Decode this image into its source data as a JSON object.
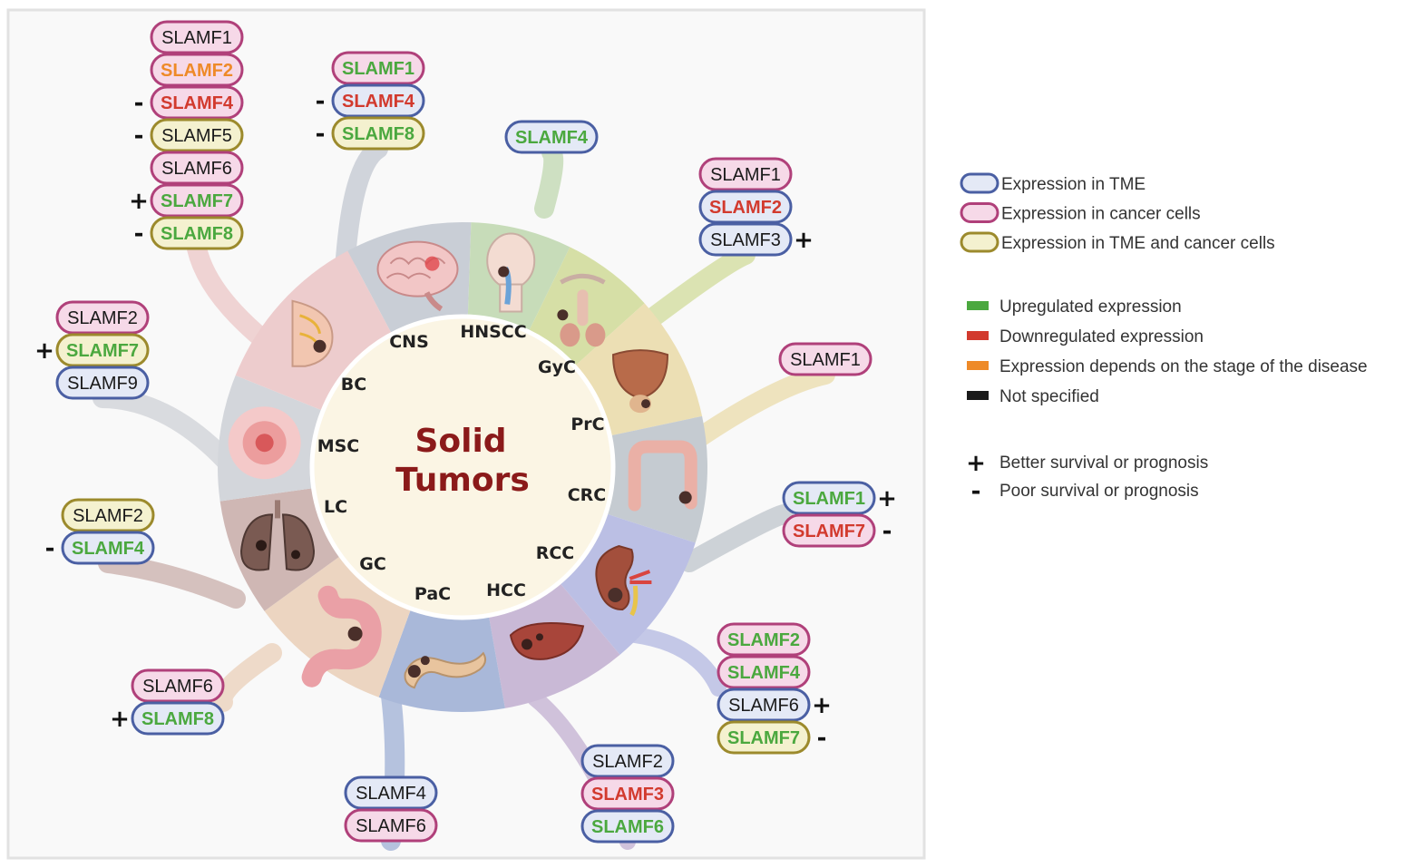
{
  "center": {
    "title_line1": "Solid",
    "title_line2": "Tumors"
  },
  "colors": {
    "tme_border": "#4a5fa3",
    "cancer_border": "#b0407a",
    "both_border": "#9c8a2c",
    "tme_fill": "#e4e9f6",
    "cancer_fill": "#f6d9e8",
    "both_fill": "#f4f1cf",
    "up": "#4ba83f",
    "down": "#d23a2e",
    "stage": "#ee8a28",
    "unspecified": "#1a1a1a"
  },
  "sectors": [
    {
      "abbr": "CNS",
      "icon": "brain-icon",
      "color": "#c9ced6"
    },
    {
      "abbr": "HNSCC",
      "icon": "head-neck-icon",
      "color": "#c7dcb9"
    },
    {
      "abbr": "GyC",
      "icon": "male-reproductive-icon",
      "color": "#d6dfa6"
    },
    {
      "abbr": "PrC",
      "icon": "bladder-prostate-icon",
      "color": "#ecdfb4"
    },
    {
      "abbr": "CRC",
      "icon": "colon-icon",
      "color": "#c5cbd1"
    },
    {
      "abbr": "RCC",
      "icon": "kidney-icon",
      "color": "#bbbfe4"
    },
    {
      "abbr": "HCC",
      "icon": "liver-icon",
      "color": "#c9b9d6"
    },
    {
      "abbr": "PaC",
      "icon": "pancreas-icon",
      "color": "#a9b8d9"
    },
    {
      "abbr": "GC",
      "icon": "stomach-icon",
      "color": "#ecd5c1"
    },
    {
      "abbr": "LC",
      "icon": "lungs-icon",
      "color": "#cfb7b4"
    },
    {
      "abbr": "MSC",
      "icon": "skin-lesion-icon",
      "color": "#d3d6db"
    },
    {
      "abbr": "BC",
      "icon": "breast-icon",
      "color": "#edcccd"
    }
  ],
  "groups": [
    {
      "sector": "CNS",
      "items": [
        {
          "label": "SLAMF1",
          "type": "cancer",
          "reg": "up",
          "sign": ""
        },
        {
          "label": "SLAMF4",
          "type": "tme",
          "reg": "down",
          "sign": "-"
        },
        {
          "label": "SLAMF8",
          "type": "both",
          "reg": "up",
          "sign": "-"
        }
      ]
    },
    {
      "sector": "HNSCC",
      "items": [
        {
          "label": "SLAMF4",
          "type": "tme",
          "reg": "up",
          "sign": ""
        }
      ]
    },
    {
      "sector": "GyC",
      "items": [
        {
          "label": "SLAMF1",
          "type": "cancer",
          "reg": "none",
          "sign": ""
        },
        {
          "label": "SLAMF2",
          "type": "tme",
          "reg": "down",
          "sign": ""
        },
        {
          "label": "SLAMF3",
          "type": "tme",
          "reg": "none",
          "sign": "+"
        }
      ]
    },
    {
      "sector": "PrC",
      "items": [
        {
          "label": "SLAMF1",
          "type": "cancer",
          "reg": "none",
          "sign": ""
        }
      ]
    },
    {
      "sector": "CRC",
      "items": [
        {
          "label": "SLAMF1",
          "type": "tme",
          "reg": "up",
          "sign": "+"
        },
        {
          "label": "SLAMF7",
          "type": "cancer",
          "reg": "down",
          "sign": "-"
        }
      ]
    },
    {
      "sector": "RCC",
      "items": [
        {
          "label": "SLAMF2",
          "type": "cancer",
          "reg": "up",
          "sign": ""
        },
        {
          "label": "SLAMF4",
          "type": "cancer",
          "reg": "up",
          "sign": ""
        },
        {
          "label": "SLAMF6",
          "type": "tme",
          "reg": "none",
          "sign": "+"
        },
        {
          "label": "SLAMF7",
          "type": "both",
          "reg": "up",
          "sign": "-"
        }
      ]
    },
    {
      "sector": "HCC",
      "items": [
        {
          "label": "SLAMF2",
          "type": "tme",
          "reg": "none",
          "sign": ""
        },
        {
          "label": "SLAMF3",
          "type": "cancer",
          "reg": "down",
          "sign": ""
        },
        {
          "label": "SLAMF6",
          "type": "tme",
          "reg": "up",
          "sign": ""
        }
      ]
    },
    {
      "sector": "PaC",
      "items": [
        {
          "label": "SLAMF4",
          "type": "tme",
          "reg": "none",
          "sign": ""
        },
        {
          "label": "SLAMF6",
          "type": "cancer",
          "reg": "none",
          "sign": ""
        }
      ]
    },
    {
      "sector": "GC",
      "items": [
        {
          "label": "SLAMF6",
          "type": "cancer",
          "reg": "none",
          "sign": ""
        },
        {
          "label": "SLAMF8",
          "type": "tme",
          "reg": "up",
          "sign": "+"
        }
      ]
    },
    {
      "sector": "LC",
      "items": [
        {
          "label": "SLAMF2",
          "type": "both",
          "reg": "none",
          "sign": ""
        },
        {
          "label": "SLAMF4",
          "type": "tme",
          "reg": "up",
          "sign": "-"
        }
      ]
    },
    {
      "sector": "MSC",
      "items": [
        {
          "label": "SLAMF2",
          "type": "cancer",
          "reg": "none",
          "sign": ""
        },
        {
          "label": "SLAMF7",
          "type": "both",
          "reg": "up",
          "sign": "+"
        },
        {
          "label": "SLAMF9",
          "type": "tme",
          "reg": "none",
          "sign": ""
        }
      ]
    },
    {
      "sector": "BC",
      "items": [
        {
          "label": "SLAMF1",
          "type": "cancer",
          "reg": "none",
          "sign": ""
        },
        {
          "label": "SLAMF2",
          "type": "cancer",
          "reg": "stage",
          "sign": ""
        },
        {
          "label": "SLAMF4",
          "type": "cancer",
          "reg": "down",
          "sign": "-"
        },
        {
          "label": "SLAMF5",
          "type": "both",
          "reg": "none",
          "sign": "-"
        },
        {
          "label": "SLAMF6",
          "type": "cancer",
          "reg": "none",
          "sign": ""
        },
        {
          "label": "SLAMF7",
          "type": "cancer",
          "reg": "up",
          "sign": "+"
        },
        {
          "label": "SLAMF8",
          "type": "both",
          "reg": "up",
          "sign": "-"
        }
      ]
    }
  ],
  "legend": {
    "expression": [
      {
        "type": "tme",
        "label": "Expression in TME"
      },
      {
        "type": "cancer",
        "label": "Expression in cancer cells"
      },
      {
        "type": "both",
        "label": "Expression in TME and cancer cells"
      }
    ],
    "regulation": [
      {
        "reg": "up",
        "label": "Upregulated expression"
      },
      {
        "reg": "down",
        "label": "Downregulated expression"
      },
      {
        "reg": "stage",
        "label": "Expression depends on the stage of the disease"
      },
      {
        "reg": "none",
        "label": "Not specified"
      }
    ],
    "prognosis": [
      {
        "symbol": "+",
        "label": "Better survival or prognosis"
      },
      {
        "symbol": "-",
        "label": "Poor survival or prognosis"
      }
    ]
  }
}
